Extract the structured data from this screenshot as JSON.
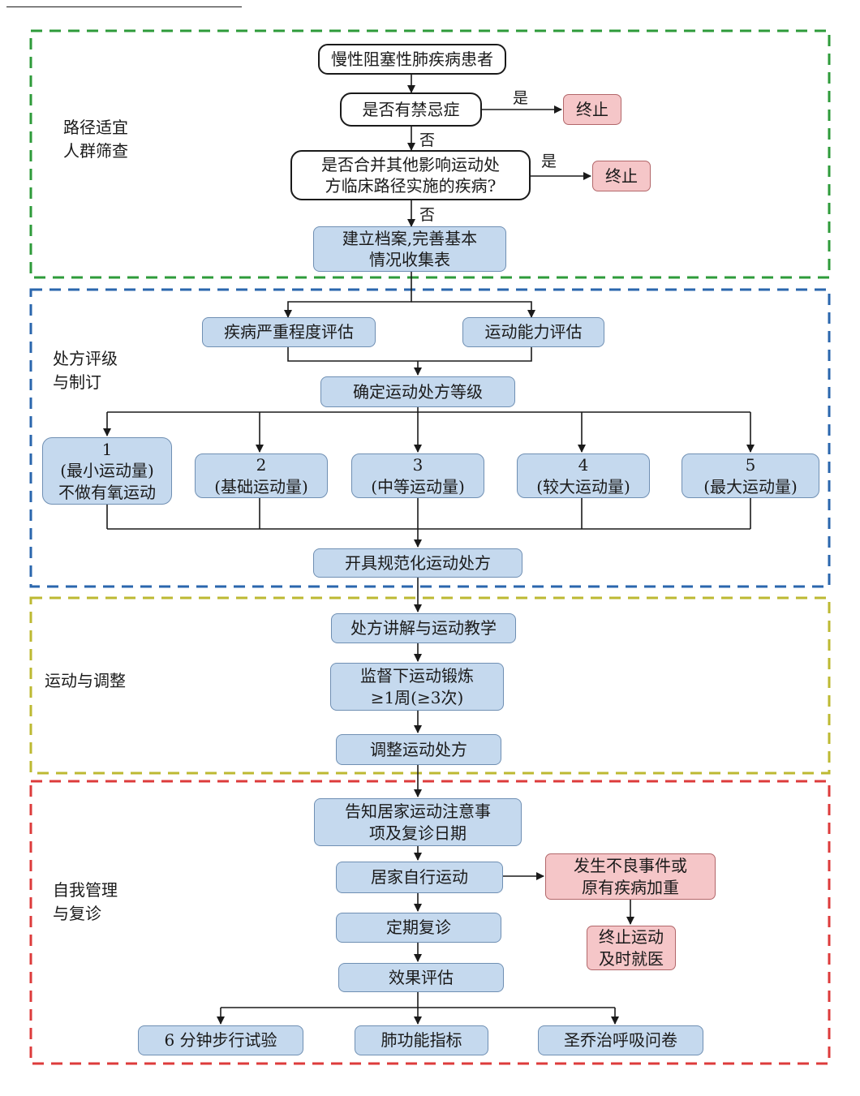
{
  "colors": {
    "screening_border": "#2e9b3a",
    "prescription_border": "#2a66ad",
    "exercise_border": "#bdb932",
    "management_border": "#dd3b3b",
    "process_fill": "#c5d9ee",
    "stop_fill": "#f5c6c8",
    "line": "#1a1a1a"
  },
  "regions": {
    "screening": "路径适宜\n人群筛查",
    "prescription": "处方评级\n与制订",
    "exercise": "运动与调整",
    "management": "自我管理\n与复诊"
  },
  "nodes": {
    "patient": "慢性阻塞性肺疾病患者",
    "contraindication": "是否有禁忌症",
    "stop1": "终止",
    "comorbidity": "是否合并其他影响运动处\n方临床路径实施的疾病?",
    "stop2": "终止",
    "record": "建立档案,完善基本\n情况收集表",
    "severity": "疾病严重程度评估",
    "capacity": "运动能力评估",
    "grade": "确定运动处方等级",
    "level1": "1\n(最小运动量)\n不做有氧运动",
    "level2": "2\n(基础运动量)",
    "level3": "3\n(中等运动量)",
    "level4": "4\n(较大运动量)",
    "level5": "5\n(最大运动量)",
    "prescribe": "开具规范化运动处方",
    "explain": "处方讲解与运动教学",
    "supervised": "监督下运动锻炼\n≥1周(≥3次)",
    "adjust": "调整运动处方",
    "inform": "告知居家运动注意事\n项及复诊日期",
    "home": "居家自行运动",
    "adverse": "发生不良事件或\n原有疾病加重",
    "stopExercise": "终止运动\n及时就医",
    "followup": "定期复诊",
    "effect": "效果评估",
    "walk": "6 分钟步行试验",
    "lung": "肺功能指标",
    "sgrq": "圣乔治呼吸问卷"
  },
  "edge_labels": {
    "yes1": "是",
    "no1": "否",
    "yes2": "是",
    "no2": "否"
  }
}
